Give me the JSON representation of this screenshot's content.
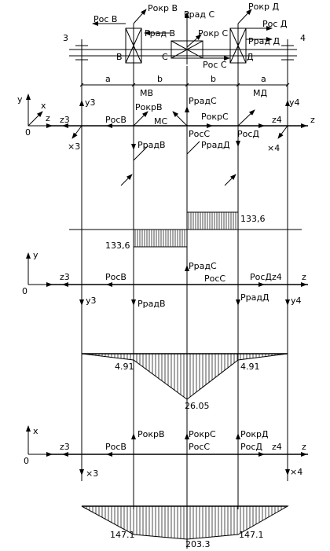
{
  "scheme": {
    "forces_top": [
      "Pос B",
      "Pокр B",
      "Pрад B",
      "Pрад C",
      "Pокр C",
      "Pос C",
      "Pокр Д",
      "Pос Д",
      "Pрад Д"
    ],
    "supports": [
      "3",
      "4"
    ],
    "gears": [
      "B",
      "C",
      "Д"
    ],
    "spans": [
      "a",
      "b",
      "b",
      "a"
    ]
  },
  "view1": {
    "axes": [
      "y",
      "x",
      "z",
      "0"
    ],
    "labels": {
      "y3": "y3",
      "y4": "y4",
      "z3": "z3",
      "z4": "z4",
      "x3": "×3",
      "x4": "×4",
      "mb": "MB",
      "mc": "MC",
      "md": "MД",
      "posb": "PосB",
      "pokrb": "PокрB",
      "pradb": "PрадB",
      "pradc": "PрадC",
      "pokrc": "PокрC",
      "posc": "PосC",
      "posd": "PосД",
      "pradd": "PрадД"
    }
  },
  "torque": {
    "left_value": "133,6",
    "right_value": "133,6",
    "level_right": 133.6,
    "level_left": -133.6
  },
  "view_y": {
    "labels": {
      "y": "y",
      "z": "z",
      "o": "0",
      "z3": "z3",
      "z4": "z4",
      "y3": "y3",
      "y4": "y4",
      "posb": "PосB",
      "pradb": "PрадB",
      "pradc": "PрадC",
      "posc": "PосC",
      "posd": "PосД",
      "pradd": "PрадД"
    },
    "moment_values": [
      "4.91",
      "26.05",
      "4.91"
    ]
  },
  "view_x": {
    "labels": {
      "x": "x",
      "z": "z",
      "o": "0",
      "z3": "z3",
      "z4": "z4",
      "x3": "×3",
      "x4": "×4",
      "pokrb": "PокрB",
      "posb": "PосB",
      "pokrc": "PокрC",
      "posc": "PосC",
      "pokrd": "PокрД",
      "posd": "PосД"
    },
    "moment_values": [
      "147.1",
      "203.3",
      "147.1"
    ]
  }
}
